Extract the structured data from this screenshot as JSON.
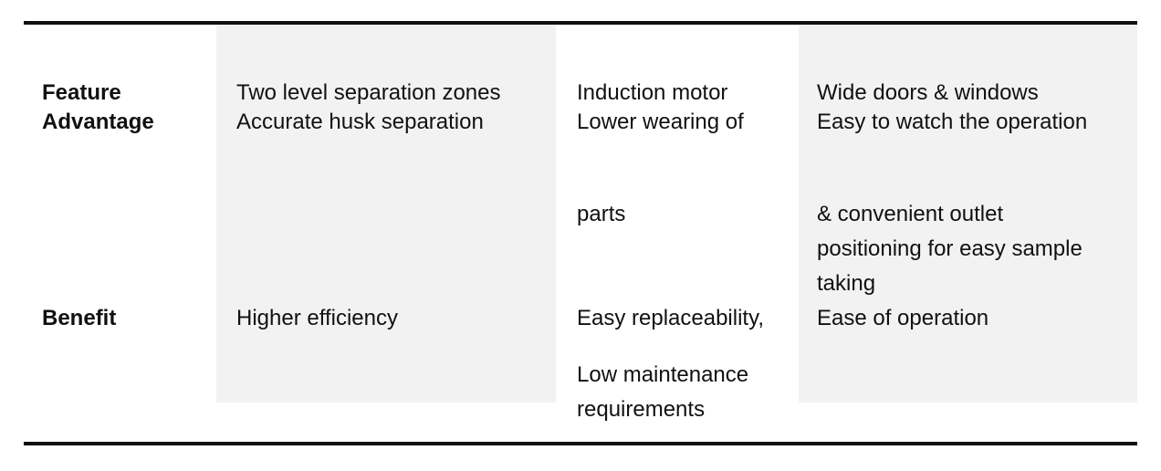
{
  "table": {
    "row_labels": {
      "feature": "Feature",
      "advantage": "Advantage",
      "benefit": "Benefit"
    },
    "columns": [
      {
        "feature": "Two level separation zones",
        "advantage": "Accurate husk separation",
        "advantage_cont": [],
        "benefit": [
          "Higher efficiency"
        ]
      },
      {
        "feature": "Induction motor",
        "advantage": "Lower wearing of",
        "advantage_cont": [
          "parts"
        ],
        "benefit": [
          "Easy replaceability,",
          "Low maintenance",
          "requirements"
        ]
      },
      {
        "feature": "Wide doors & windows",
        "advantage": "Easy to watch the operation",
        "advantage_cont": [
          "& convenient outlet",
          "positioning for easy sample",
          "taking"
        ],
        "benefit": [
          "Ease of operation"
        ]
      }
    ]
  }
}
